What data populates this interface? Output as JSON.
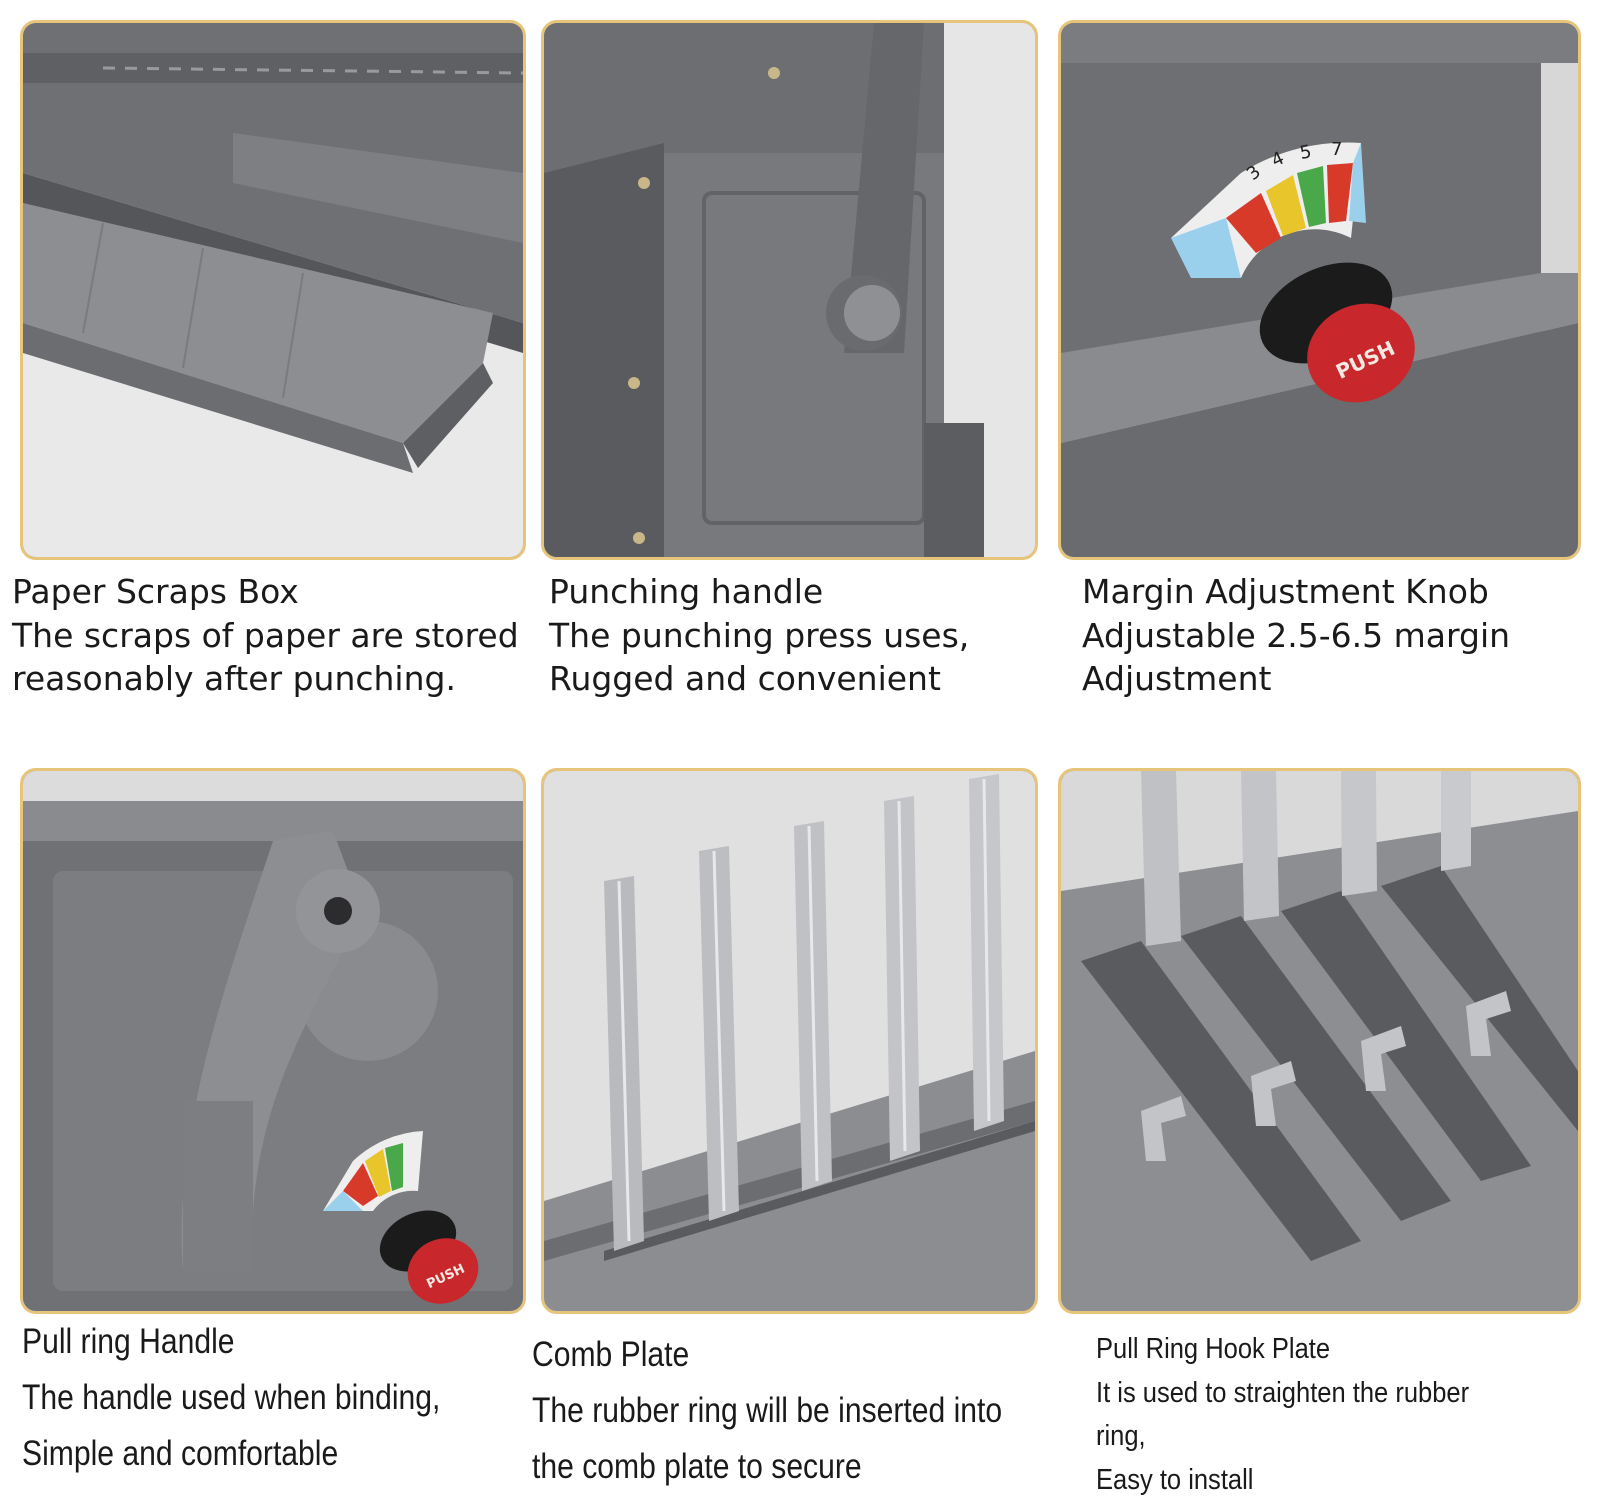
{
  "panels": [
    {
      "title": "Paper Scraps Box",
      "lines": [
        "The scraps of paper are stored",
        "reasonably after punching."
      ]
    },
    {
      "title": "Punching handle",
      "lines": [
        "The punching press uses,",
        "Rugged and convenient"
      ]
    },
    {
      "title": "Margin Adjustment Knob",
      "lines": [
        "Adjustable 2.5-6.5 margin",
        "Adjustment"
      ],
      "dial_numbers": [
        "3",
        "4",
        "5",
        "7"
      ],
      "knob_label": "PUSH"
    },
    {
      "title": "Pull ring Handle",
      "lines": [
        "The handle used when binding,",
        "Simple and comfortable"
      ],
      "knob_label": "PUSH"
    },
    {
      "title": "Comb Plate",
      "lines": [
        "The rubber ring will be inserted into",
        "the comb plate to secure"
      ]
    },
    {
      "title": "Pull Ring Hook Plate",
      "lines": [
        "It is used to straighten the rubber",
        "ring,",
        "Easy to install"
      ]
    }
  ],
  "colors": {
    "frame": "#e6c47a",
    "machine_gray": "#7a7b7e",
    "knob_red": "#c8282c",
    "dial_red": "#d83a2a",
    "dial_yellow": "#e8c52a",
    "dial_green": "#49a84a",
    "dial_blue": "#9ad0ec"
  }
}
